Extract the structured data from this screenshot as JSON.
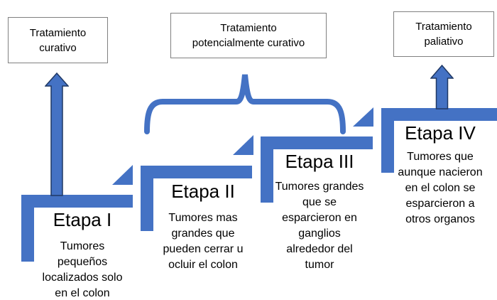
{
  "treatments": [
    {
      "id": "curativo",
      "line1": "Tratamiento",
      "line2": "curativo"
    },
    {
      "id": "potencialmente-curativo",
      "line1": "Tratamiento",
      "line2": "potencialmente curativo"
    },
    {
      "id": "paliativo",
      "line1": "Tratamiento",
      "line2": "paliativo"
    }
  ],
  "stages": [
    {
      "title": "Etapa I",
      "description": "Tumores\npequeños\nlocalizados solo\nen el colon"
    },
    {
      "title": "Etapa II",
      "description": "Tumores mas\ngrandes que\npueden cerrar u\nocluir el colon"
    },
    {
      "title": "Etapa III",
      "description": "Tumores grandes\nque se\nesparcieron en\nganglios\nalrededor del\ntumor"
    },
    {
      "title": "Etapa IV",
      "description": "Tumores que\naunque nacieron\nen el colon se\nesparcieron a\notros organos"
    }
  ],
  "colors": {
    "shape_blue": "#4472C4",
    "arrow_outline": "#1F3864",
    "box_border": "#808080",
    "text": "#000000",
    "background": "#FFFFFF"
  }
}
